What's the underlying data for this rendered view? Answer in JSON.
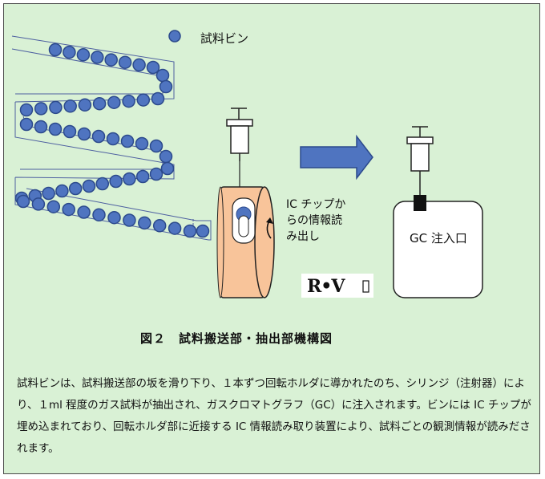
{
  "legend": {
    "label": "試料ビン"
  },
  "ic_reader": {
    "label": "IC チップか\nらの情報読\nみ出し"
  },
  "gc": {
    "label": "GC 注入口"
  },
  "logo": {
    "text": "R•V"
  },
  "caption": "図２　試料搬送部・抽出部機構図",
  "description": "試料ビンは、試料搬送部の坂を滑り下り、１本ずつ回転ホルダに導かれたのち、シリンジ（注射器）により、１ml 程度のガス試料が抽出され、ガスクロマトグラフ（GC）に注入されます。ビンには IC チップが埋め込まれており、回転ホルダ部に近接する IC 情報読み取り装置により、試料ごとの観測情報が読みだされます。",
  "colors": {
    "background": "#d9f1d5",
    "bottle_fill": "#4f74c0",
    "bottle_stroke": "#2c4a8c",
    "holder_fill": "#f8c49a",
    "arrow_fill": "#4f74c0",
    "line": "#222222"
  }
}
